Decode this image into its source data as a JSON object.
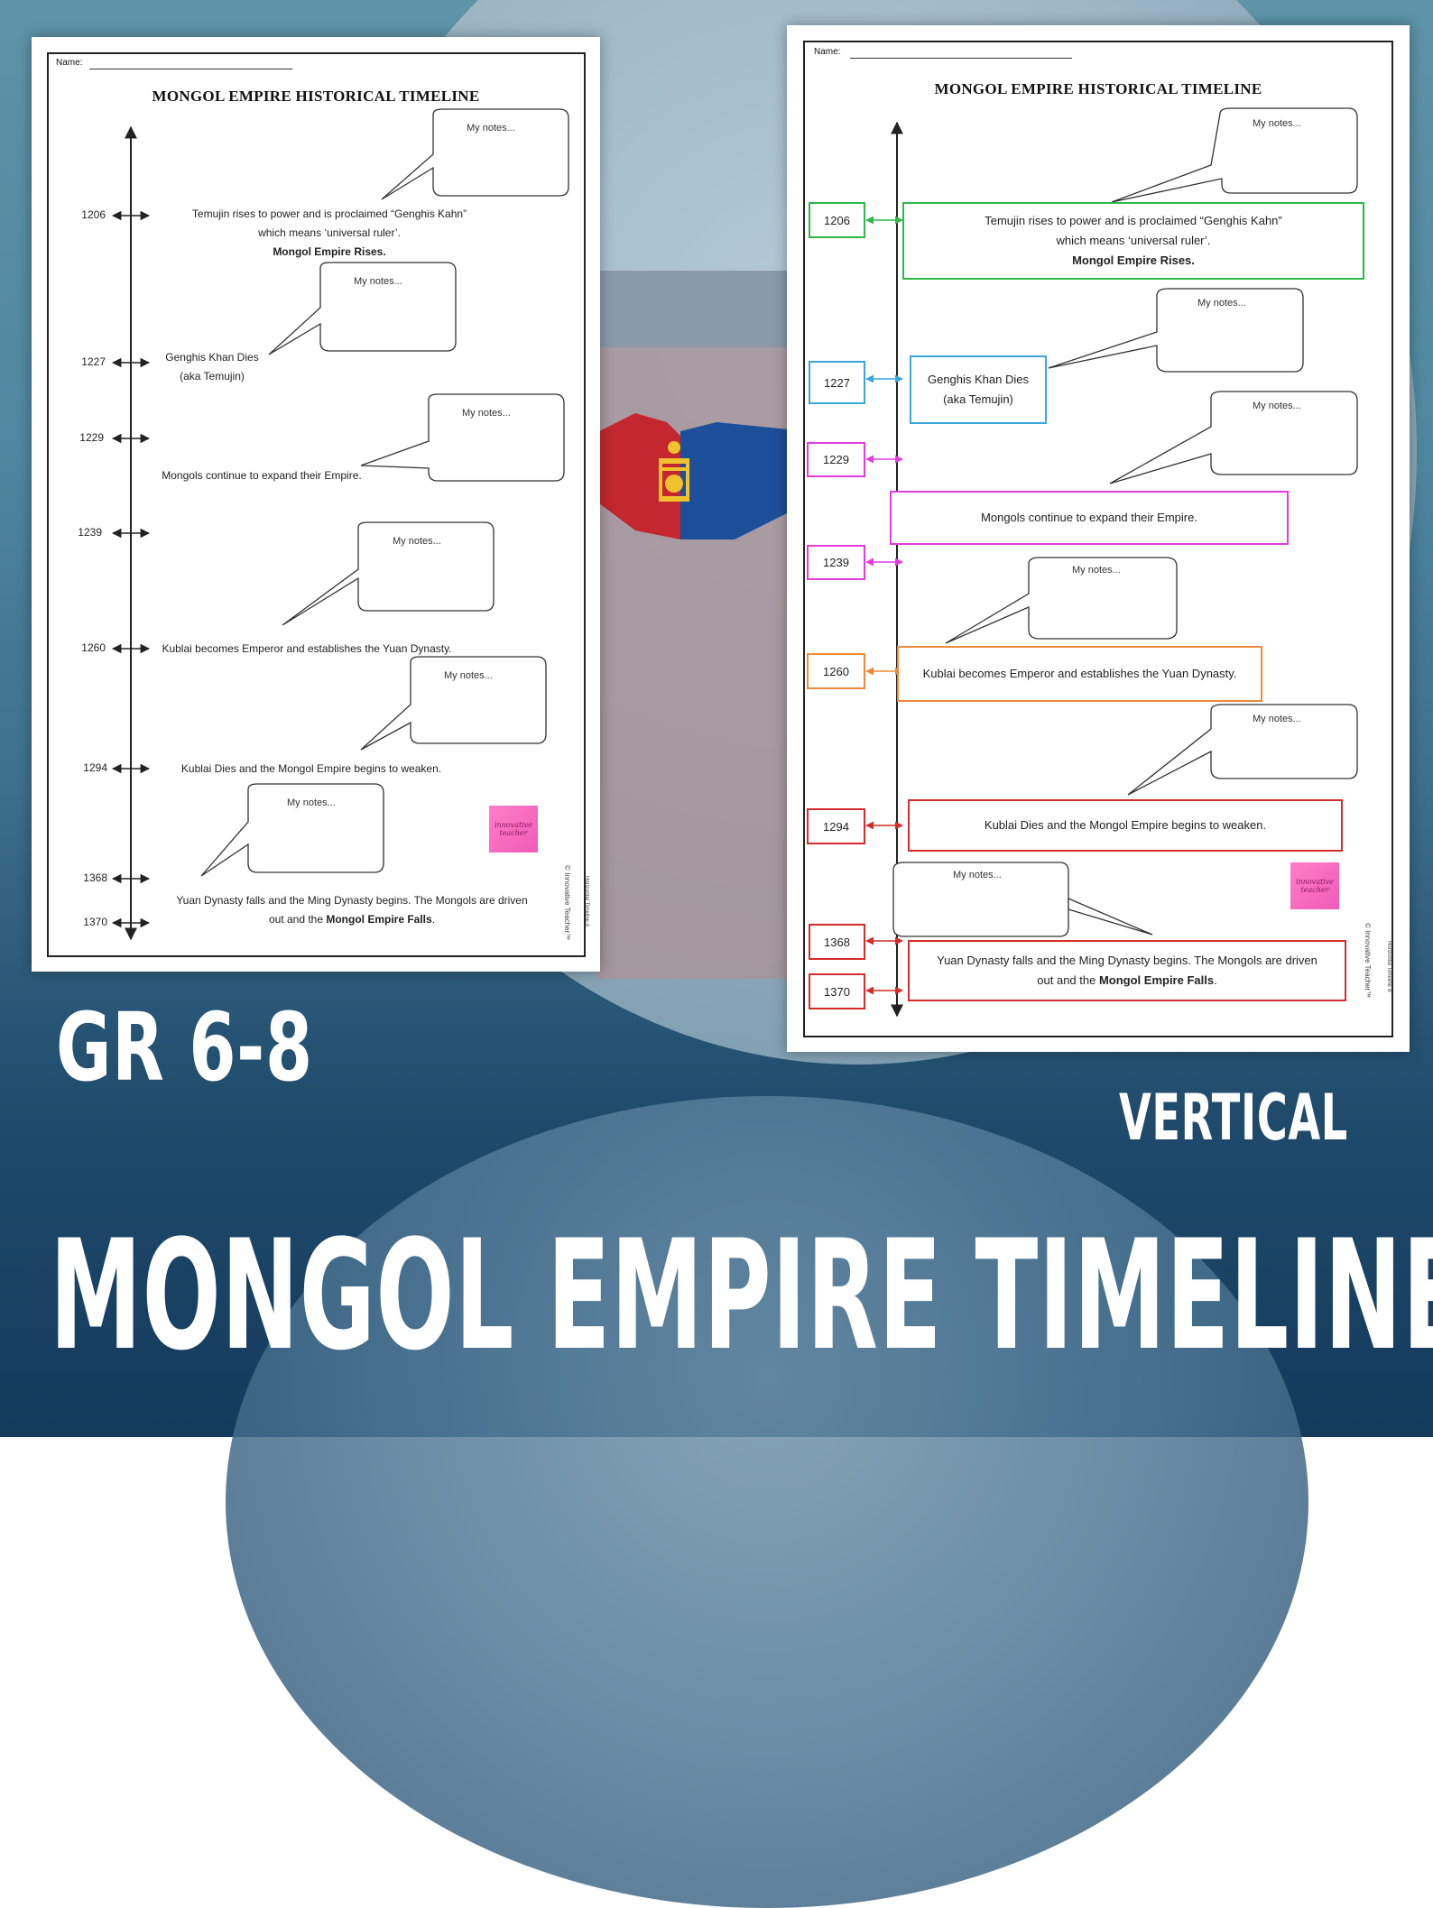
{
  "colors": {
    "green": "#2db84a",
    "blue": "#39a6d8",
    "magenta": "#e23ce0",
    "orange": "#ee8a3a",
    "red": "#d62b2b",
    "flag_red": "#c4272f",
    "flag_blue": "#1d4f9a",
    "flag_gold": "#f2c12e"
  },
  "worksheet": {
    "name_label": "Name:",
    "title": "MONGOL EMPIRE HISTORICAL TIMELINE",
    "notes_label": "My notes...",
    "events": [
      {
        "year": "1206",
        "line1": "Temujin rises to power and is proclaimed “Genghis Kahn”",
        "line2": "which means ‘universal  ruler’.",
        "bold": "Mongol Empire Rises."
      },
      {
        "year": "1227",
        "line1": "Genghis Khan Dies",
        "line2": "(aka Temujin)"
      },
      {
        "year": "1229"
      },
      {
        "year": "1239",
        "line1": "Mongols continue to expand their Empire."
      },
      {
        "year": "1260",
        "line1": "Kublai becomes Emperor and establishes the Yuan Dynasty."
      },
      {
        "year": "1294",
        "line1": "Kublai Dies and the Mongol Empire  begins to weaken."
      },
      {
        "year": "1368",
        "line1": "Yuan Dynasty falls and the Ming Dynasty begins. The Mongols are driven",
        "line2_pre": "out and the ",
        "line2_bold": "Mongol Empire Falls",
        "line2_post": "."
      },
      {
        "year": "1370"
      }
    ],
    "logo_text": "innovative teacher",
    "copyright_a": "© Innovative Teacher™",
    "footer_a": "Horizontal Timeline A",
    "copyright_b": "© Innovative Teacher™",
    "footer_b": "Horizontal Timeline B"
  },
  "cover": {
    "grade": "GR 6-8",
    "orientation": "VERTICAL",
    "title": "MONGOL EMPIRE TIMELINE"
  }
}
